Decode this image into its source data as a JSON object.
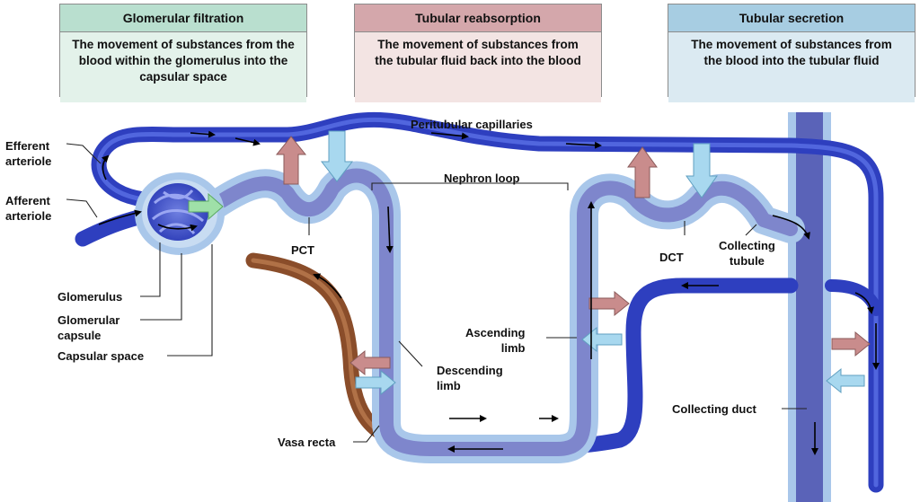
{
  "boxes": {
    "filtration": {
      "title": "Glomerular filtration",
      "text": "The movement of substances from the blood within the glomerulus into the capsular space",
      "head_color": "#b9dfcf",
      "body_color": "#e3f2ea"
    },
    "reabsorption": {
      "title": "Tubular reabsorption",
      "text": "The movement of substances from the tubular fluid back into the blood",
      "head_color": "#d4a7ab",
      "body_color": "#f3e4e3"
    },
    "secretion": {
      "title": "Tubular secretion",
      "text": "The movement of substances from the blood into the tubular fluid",
      "head_color": "#a7cde2",
      "body_color": "#dbeaf2"
    }
  },
  "labels": {
    "efferent_1": "Efferent",
    "efferent_2": "arteriole",
    "afferent_1": "Afferent",
    "afferent_2": "arteriole",
    "peritubular": "Peritubular capillaries",
    "nephron_loop": "Nephron loop",
    "pct": "PCT",
    "dct": "DCT",
    "collecting_tubule_1": "Collecting",
    "collecting_tubule_2": "tubule",
    "glomerulus": "Glomerulus",
    "glomerular_capsule_1": "Glomerular",
    "glomerular_capsule_2": "capsule",
    "capsular_space": "Capsular space",
    "ascending_1": "Ascending",
    "ascending_2": "limb",
    "descending_1": "Descending",
    "descending_2": "limb",
    "collecting_duct": "Collecting duct",
    "vasa_recta": "Vasa recta"
  },
  "colors": {
    "blood_vessel": "#2e3fbf",
    "tubule": "#a9c7ea",
    "tubule_lumen": "#7e86cc",
    "vasa_recta": "#8a4d2a",
    "reabsorption_arrow": "#c98c8c",
    "secretion_arrow": "#a8d8ef",
    "filtration_arrow": "#9fe0a8"
  }
}
